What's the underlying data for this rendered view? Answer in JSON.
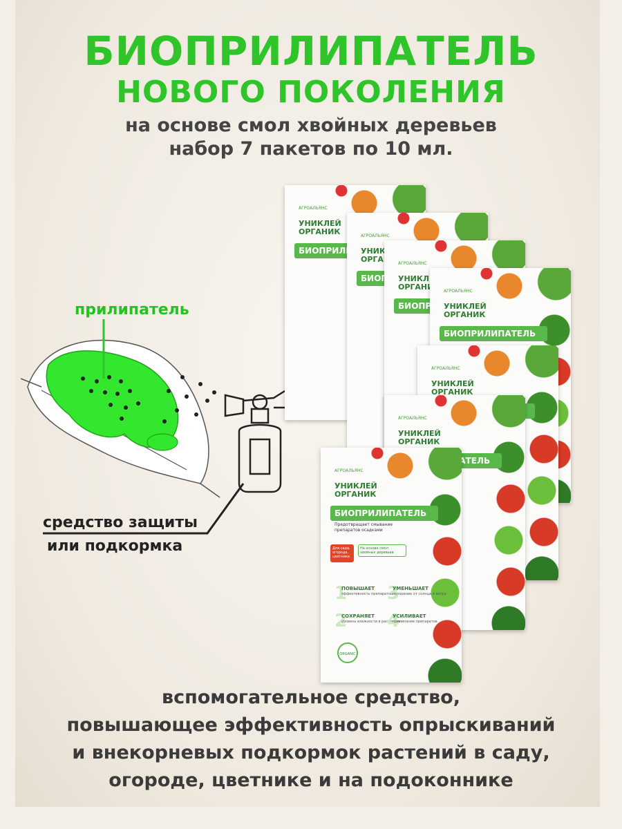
{
  "headline": {
    "line1": "БИОПРИЛИПАТЕЛЬ",
    "line2": "НОВОГО ПОКОЛЕНИЯ",
    "sub1": "на основе смол хвойных деревьев",
    "sub2": "набор 7 пакетов по 10 мл."
  },
  "diagram": {
    "adhesive_label": "прилипатель",
    "protection_label_1": "средство защиты",
    "protection_label_2": "или подкормка"
  },
  "packet": {
    "brand": "АГРОАЛЬЯНС",
    "name_line1": "УНИКЛЕЙ",
    "name_line2": "ОРГАНИК",
    "product": "БИОПРИЛИПАТЕЛЬ",
    "desc_line1": "Предотвращает смывание",
    "desc_line2": "препаратов осадками",
    "red_tag": "Для сада, огорода, цветника",
    "green_tag": "На основе смол хвойных деревьев",
    "f1_title": "ПОВЫШАЕТ",
    "f1_sub": "эффективность препаратов",
    "f2_title": "УМЕНЬШАЕТ",
    "f2_sub": "испарение от солнца и ветра",
    "f3_title": "СОХРАНЯЕТ",
    "f3_sub": "уровень влажности в растениях",
    "f4_title": "УСИЛИВАЕТ",
    "f4_sub": "прилипание препаратов",
    "badge": "ORGANIC",
    "count": 7
  },
  "bottom": {
    "line1": "вспомогательное средство,",
    "line2": "повышающее эффективность  опрыскиваний",
    "line3": "и внекорневых подкормок растений в саду,",
    "line4": "огороде, цветнике и на подоконнике"
  },
  "colors": {
    "accent_green": "#2fc42a",
    "text_dark": "#444444",
    "background": "#f3eee6"
  }
}
